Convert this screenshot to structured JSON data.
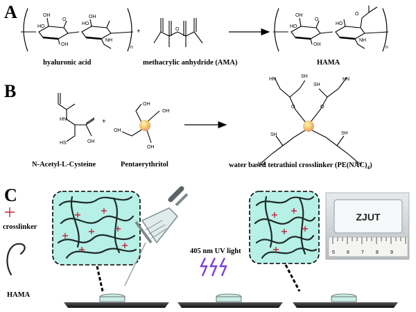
{
  "panels": {
    "a": {
      "letter": "A",
      "reactant1": "hyaluronic acid",
      "reactant2": "methacrylic anhydride (AMA)",
      "product": "HAMA",
      "plus": "+",
      "repeat_n": "n"
    },
    "b": {
      "letter": "B",
      "reactant1": "N-Acetyl-L-Cysteine",
      "reactant2": "Pentaerythritol",
      "product": "water based tetrathiol crosslinker (PE(NAC)",
      "product_subscript": "4",
      "product_close": ")",
      "plus": "+"
    },
    "c": {
      "letter": "C",
      "crosslinker_label": "crosslinker",
      "hama_label": "HAMA",
      "uv_label": "405 nm UV light",
      "photo_text": "ZJUT",
      "ruler_numbers": [
        "5",
        "6",
        "7",
        "8",
        "9"
      ]
    }
  },
  "chem_atoms": {
    "oh": "OH",
    "ho": "HO",
    "nh": "NH",
    "hn": "HN",
    "o": "O",
    "sh": "SH",
    "hs": "HS"
  },
  "colors": {
    "hydrogel_fill": "#b6f0e6",
    "crosslinker": "#c0243f",
    "uv": "#7b3fd6",
    "dish": "#c9eee6",
    "plate": "#1e1e1e",
    "core": "#f0c24a"
  }
}
